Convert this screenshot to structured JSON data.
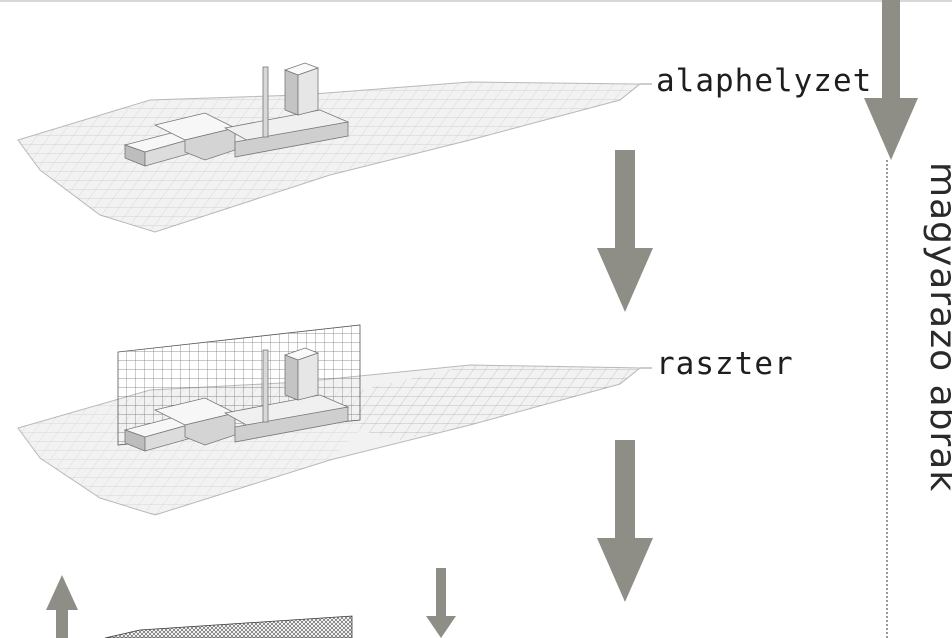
{
  "labels": {
    "step1": "alaphelyzet",
    "step2": "raszter",
    "side": "magyarázó ábrák"
  },
  "colors": {
    "arrow": "#8e8e86",
    "terrain": "#f2f2f2",
    "mesh": "#8a8a8a",
    "building": "#e9e9e9"
  }
}
